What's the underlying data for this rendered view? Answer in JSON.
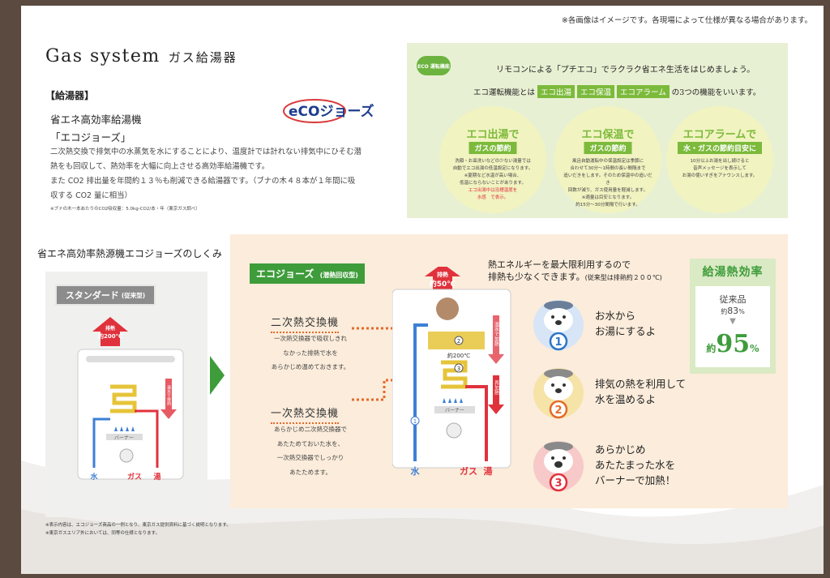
{
  "note_top": "※各画像はイメージです。各現場によって仕様が異なる場合があります。",
  "title": {
    "en": "Gas system",
    "jp": "ガス給湯器"
  },
  "section1": {
    "label": "【給湯器】",
    "subtitle1": "省エネ高効率給湯機",
    "subtitle2": "「エコジョーズ」",
    "desc_lines": [
      "二次熱交換で排気中の水蒸気を水にすることにより、温度計では計れない排気中にひそむ潜",
      "熱をも回収して、熱効率を大幅に向上させる高効率給湯機です。",
      "また CO2 排出量を年間約１３％も削減できる給湯器です。（ブナの木４８本が１年間に吸",
      "収する CO2 量に相当）"
    ],
    "desc_note": "※ブナの木一本あたりのCO2吸収量：5.0kg-CO2/本・年（東京ガス調べ）",
    "eco_logo_text": "eCOジョーズ"
  },
  "eco_panel": {
    "badge": "ECO 運転機能",
    "headline": "リモコンによる「プチエコ」でラクラク省エネ生活をはじめましょう。",
    "line2_pre": "エコ運転機能とは",
    "line2_tags": [
      "エコ出湯",
      "エコ保温",
      "エコアラーム"
    ],
    "line2_post": "の3つの機能をいいます。",
    "circles": [
      {
        "title": "エコ出湯で",
        "sub": "ガスの節約",
        "body": [
          "洗顔・お皿洗いなどの少ない湯量では",
          "自動でエコ出湯の低温設定になります。",
          "※夏期など水温が高い場合、",
          "低温にならないことがあります。"
        ],
        "red": [
          "エコ出湯中は浴槽温度を",
          "水感　で表示。"
        ]
      },
      {
        "title": "エコ保温で",
        "sub": "ガスの節約",
        "body": [
          "風呂自動運転中の保温設定は季節に",
          "合わせて30分〜1時間の長い間隔まで",
          "追いだきをします。そのため保温中の追いだき",
          "回数が減り、ガス使用量を軽減します。",
          "※適量は目安となります。",
          "約15分〜30分間隔で行います。"
        ],
        "red": []
      },
      {
        "title": "エコアラームで",
        "sub": "水・ガスの節約目安に",
        "body": [
          "10分以上お湯を出し続けると",
          "音声メッセージを表示して",
          "お湯の使いすぎをアナウンスします。"
        ],
        "red": []
      }
    ]
  },
  "section2": {
    "title": "省エネ高効率熱源機エコジョーズのしくみ",
    "standard": {
      "label": "スタンダード",
      "label_small": "(従来型)",
      "exhaust": "排熱",
      "exhaust_temp": "約200℃",
      "burner": "バーナー",
      "water": "水",
      "gas": "ガス",
      "hot": "湯",
      "arrow_label": "温水で排熱"
    },
    "eco": {
      "label": "エコジョーズ",
      "label_small": "(潜熱回収型)",
      "exhaust": "排熱",
      "exhaust_temp": "約50℃",
      "inner_temp": "約200℃",
      "burner": "バーナー",
      "water": "水",
      "gas": "ガス",
      "hot": "湯",
      "side_label1": "温水で加熱",
      "side_label2": "再加熱",
      "msg_line1": "熱エネルギーを最大限利用するので",
      "msg_line2": "排熱も少なくできます。",
      "msg_small": "(従来型は排熱約２００℃)",
      "ex2_title": "二次熱交換機",
      "ex2_body": [
        "一次熱交換器で吸収しきれ",
        "なかった排熱で水を",
        "あらかじめ温めておきます。"
      ],
      "ex1_title": "一次熱交換機",
      "ex1_body": [
        "あらかじめ二次熱交換器で",
        "あたためておいた水を、",
        "一次熱交換器でしっかり",
        "あたためます。"
      ]
    },
    "efficiency": {
      "title": "給湯熱効率",
      "l1": "従来品",
      "l2_pre": "約",
      "l2_val": "83",
      "l2_unit": "%",
      "arrow": "▼",
      "l4_pre": "約",
      "l4_val": "95",
      "l4_unit": "%"
    },
    "steps": [
      {
        "num": "1",
        "lines": [
          "お水から",
          "お湯にするよ"
        ]
      },
      {
        "num": "2",
        "lines": [
          "排気の熱を利用して",
          "水を温めるよ"
        ]
      },
      {
        "num": "3",
        "lines": [
          "あらかじめ",
          "あたたまった水を",
          "バーナーで加熱！"
        ]
      }
    ]
  },
  "footnotes": [
    "※表示内容は、エコジョーズ商品の一例となり、東京ガス提供資料に基づく説明となります。",
    "※東京ガスエリア外においては、同等の仕様となります。"
  ],
  "colors": {
    "eco_green": "#3e9c3a",
    "light_green": "#7cba3b",
    "exhaust_red": "#e0323c",
    "water_blue": "#3d7fd6",
    "accent_orange": "#e36b2a"
  }
}
